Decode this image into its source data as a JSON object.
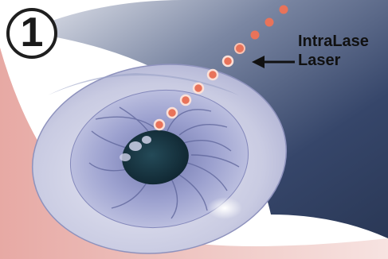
{
  "step": {
    "number": "1"
  },
  "laser_label": {
    "line1": "IntraLase",
    "line2": "Laser"
  },
  "icons": {
    "arrow": "left-arrow-icon"
  },
  "colors": {
    "laser_dot": "#e8735a",
    "laser_dot_ring": "#f4a48e",
    "lid_dark": "#2e3e5c",
    "lid_light": "#c9cedd",
    "cornea": "#c5c8e4",
    "iris": "#9a9fcc",
    "pupil": "#16303d",
    "skin": "#e9b7b1"
  }
}
